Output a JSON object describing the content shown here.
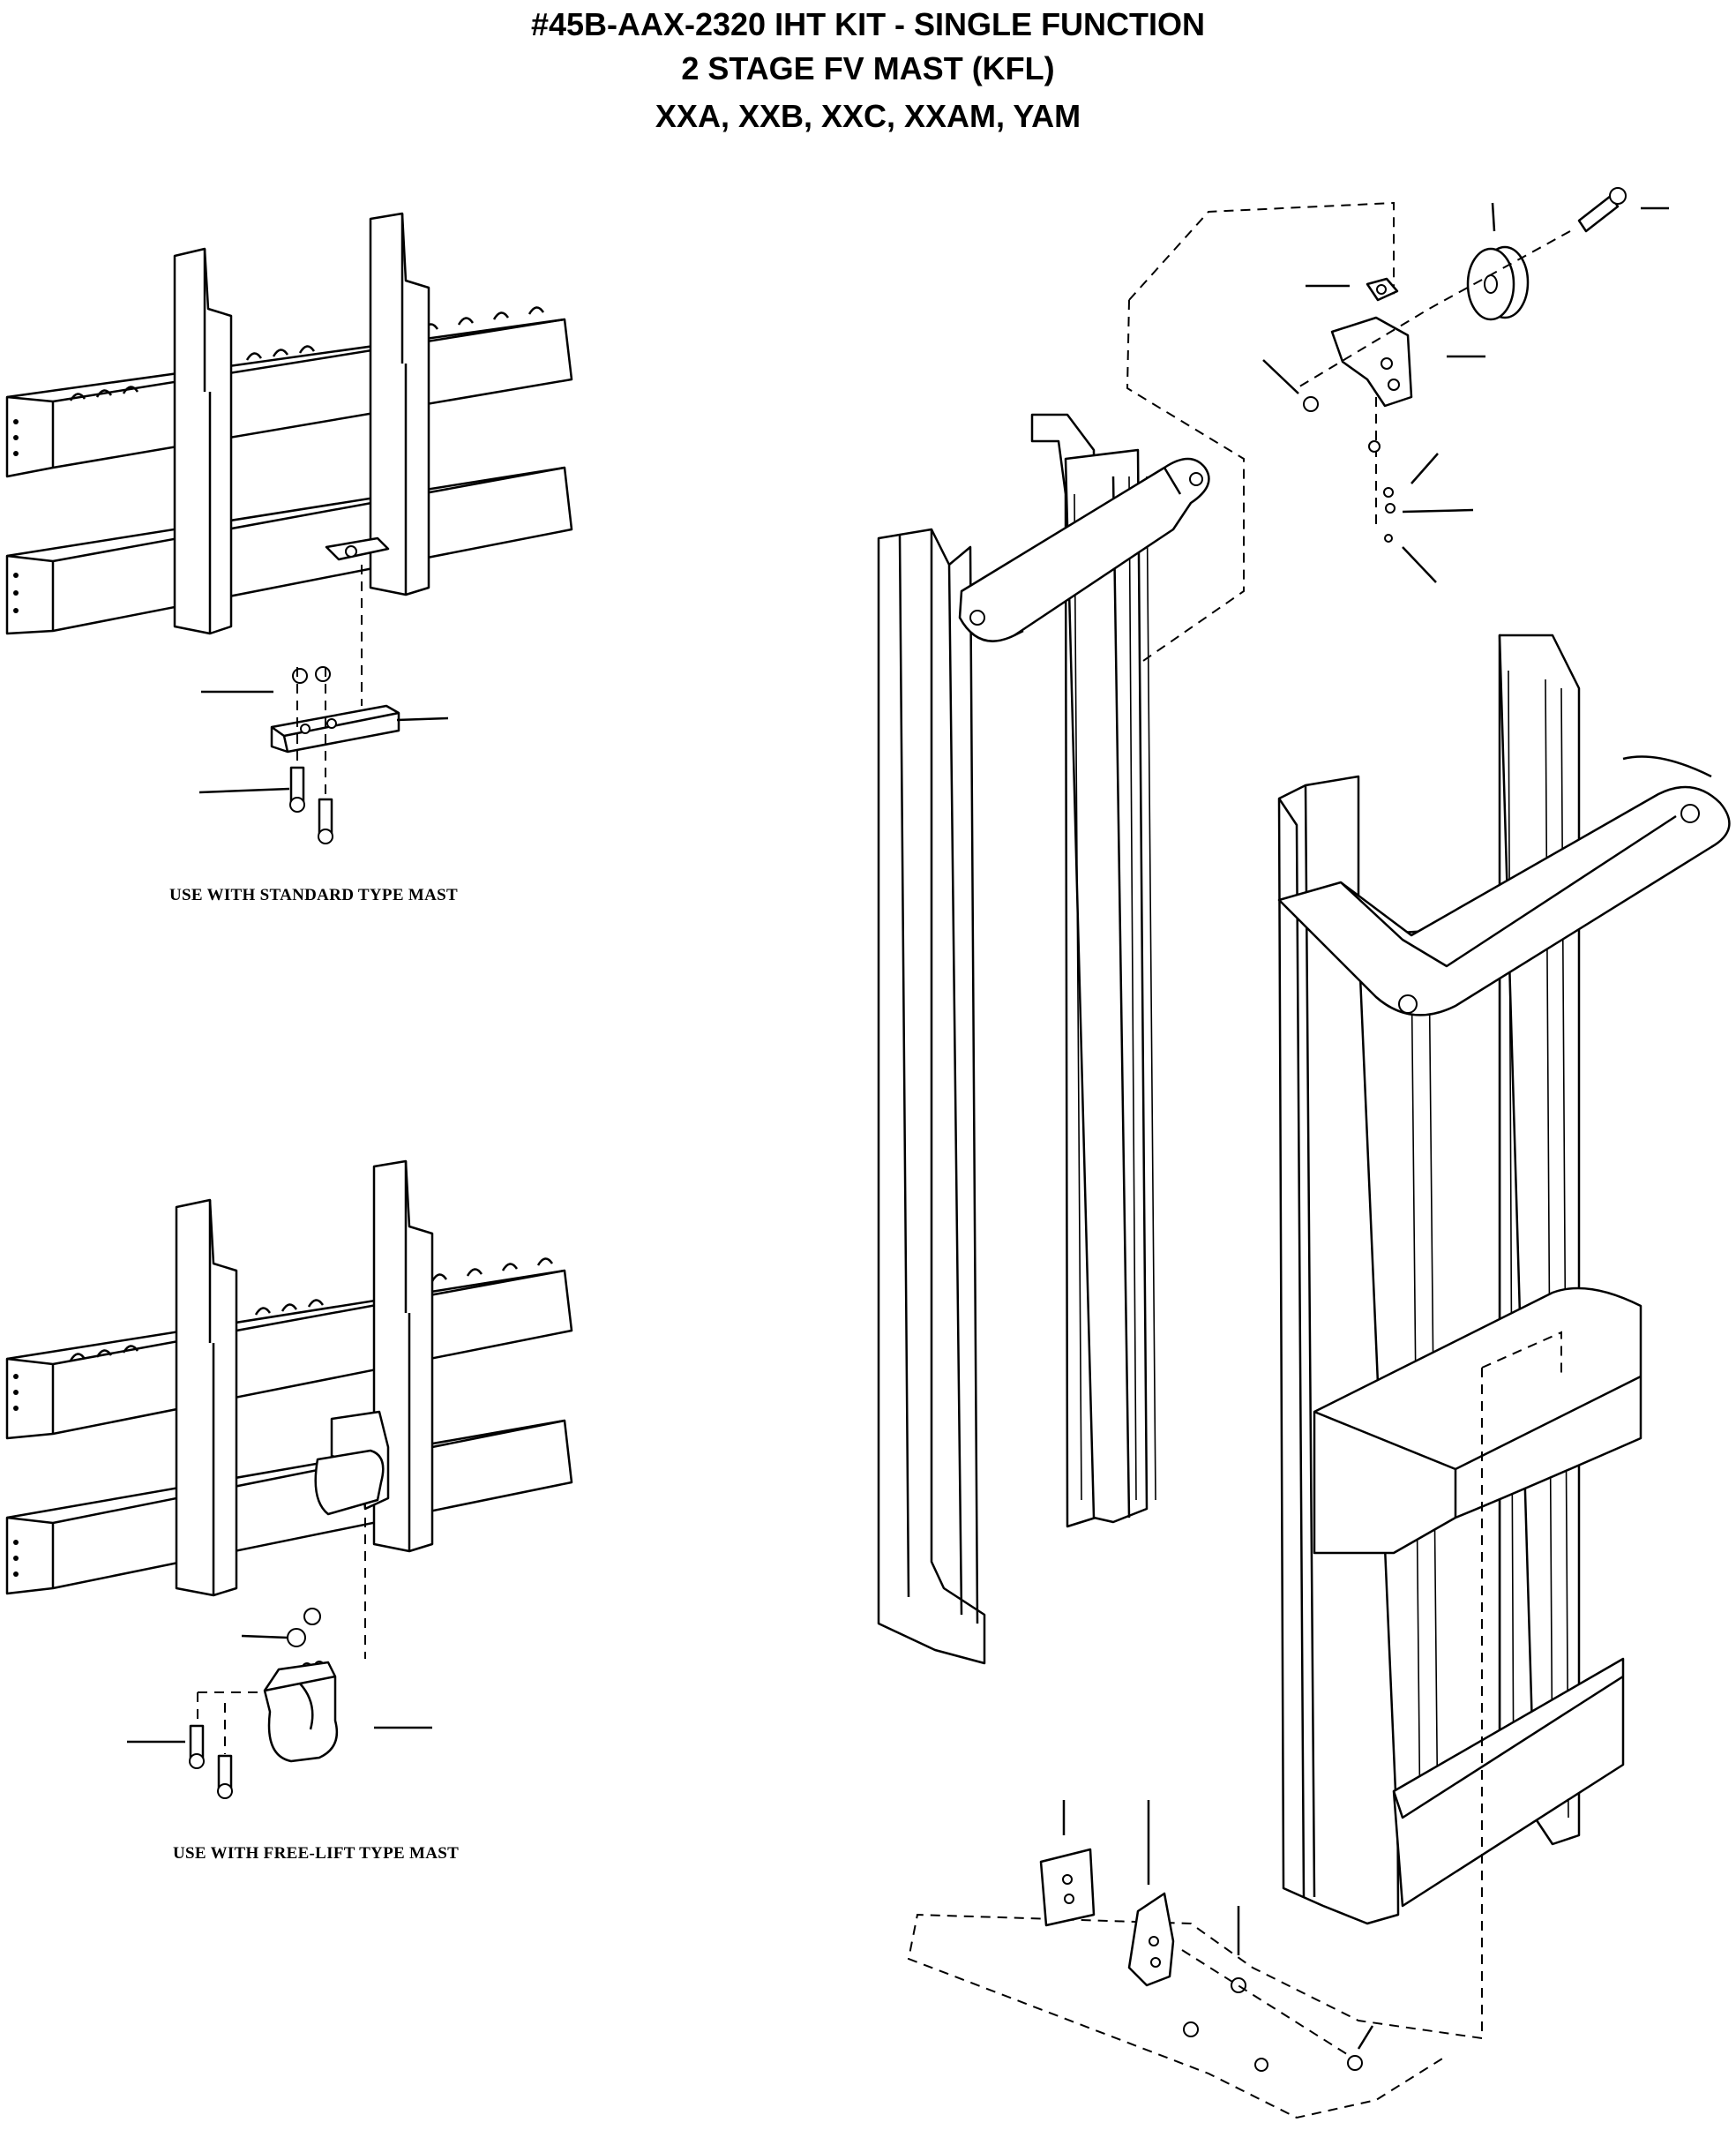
{
  "header": {
    "line1": "#45B-AAX-2320 IHT KIT - SINGLE FUNCTION",
    "line2": "2 STAGE FV MAST (KFL)",
    "line3": "XXA, XXB, XXC, XXAM, YAM"
  },
  "views": {
    "standard": {
      "caption": "USE WITH STANDARD TYPE MAST"
    },
    "free_lift": {
      "caption": "USE WITH FREE-LIFT TYPE MAST"
    }
  }
}
